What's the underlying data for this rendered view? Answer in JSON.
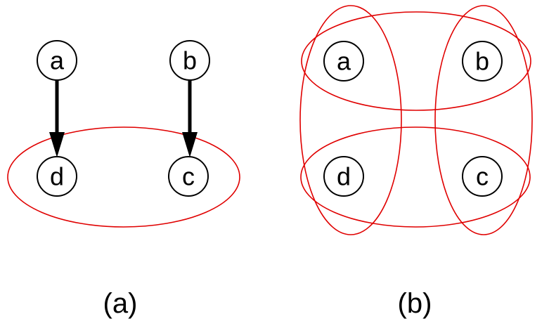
{
  "colors": {
    "node_stroke": "#000000",
    "edge": "#000000",
    "hyperedge": "#e00000",
    "background": "#ffffff"
  },
  "panel_a": {
    "caption": "(a)",
    "nodes": {
      "a": "a",
      "b": "b",
      "c": "c",
      "d": "d"
    },
    "edges": [
      {
        "from": "a",
        "to": "d"
      },
      {
        "from": "b",
        "to": "c"
      }
    ],
    "hyperedges": [
      {
        "members": [
          "d",
          "c"
        ]
      }
    ]
  },
  "panel_b": {
    "caption": "(b)",
    "nodes": {
      "a": "a",
      "b": "b",
      "c": "c",
      "d": "d"
    },
    "hyperedges": [
      {
        "members": [
          "a",
          "b"
        ]
      },
      {
        "members": [
          "d",
          "c"
        ]
      },
      {
        "members": [
          "a",
          "d"
        ]
      },
      {
        "members": [
          "b",
          "c"
        ]
      }
    ]
  }
}
